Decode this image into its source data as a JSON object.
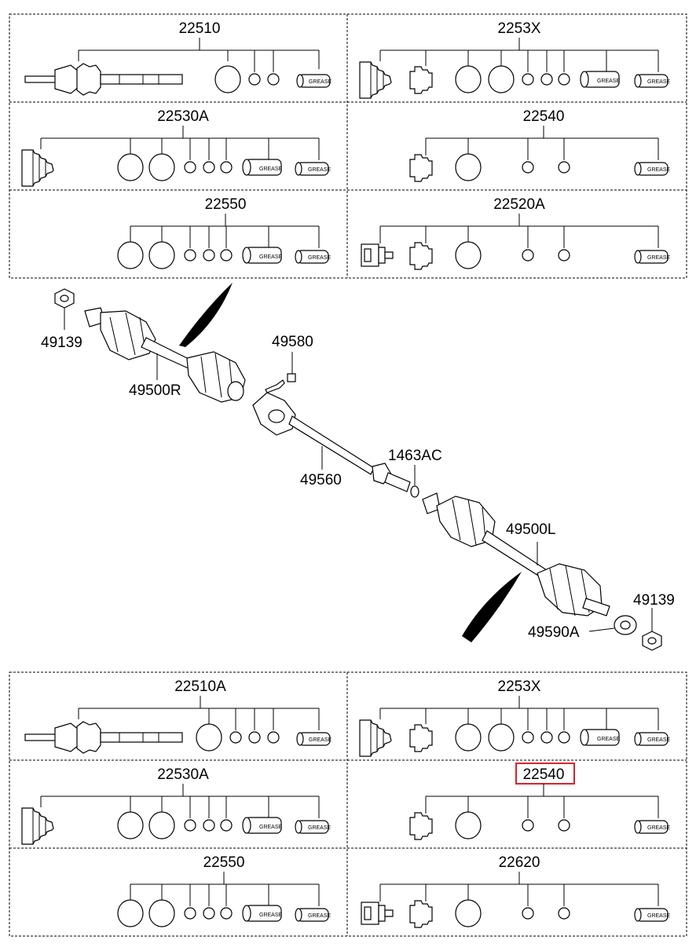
{
  "kits_top": [
    {
      "code": "22510"
    },
    {
      "code": "2253X"
    },
    {
      "code": "22530A"
    },
    {
      "code": "22540"
    },
    {
      "code": "22550"
    },
    {
      "code": "22520A"
    }
  ],
  "kits_bottom": [
    {
      "code": "22510A"
    },
    {
      "code": "2253X"
    },
    {
      "code": "22530A"
    },
    {
      "code": "22540"
    },
    {
      "code": "22550"
    },
    {
      "code": "22620"
    }
  ],
  "assembly_labels": {
    "nut_right": "49139",
    "shaft_right": "49500R",
    "bolt": "49580",
    "intermediate_shaft": "49560",
    "snap_ring": "1463AC",
    "shaft_left": "49500L",
    "nut_left": "49139",
    "dust_cover": "49590A"
  },
  "grease_label": "GREASE",
  "highlight": {
    "code": "22540",
    "color": "#e0202a"
  }
}
